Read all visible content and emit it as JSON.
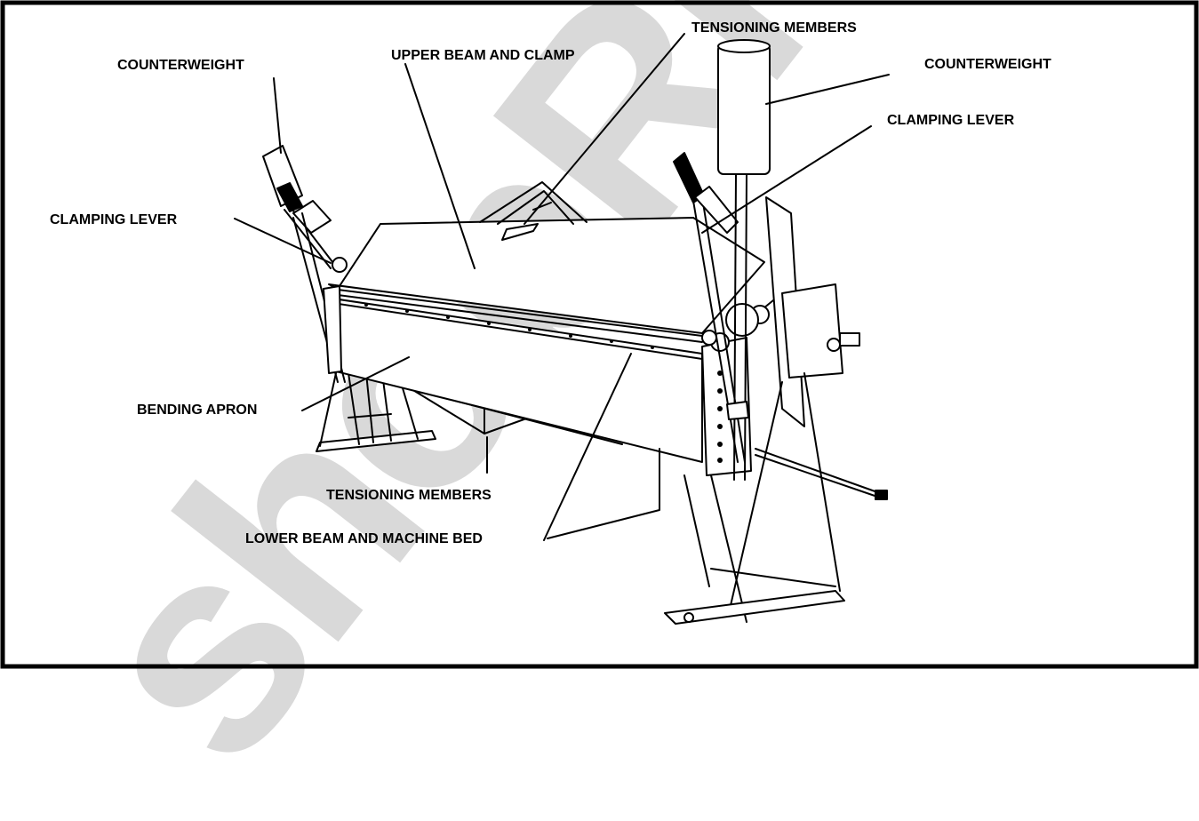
{
  "diagram": {
    "watermark": "shopRP",
    "labels": {
      "counterweight_left": "COUNTERWEIGHT",
      "upper_beam": "UPPER BEAM AND CLAMP",
      "tensioning_top": "TENSIONING MEMBERS",
      "counterweight_right": "COUNTERWEIGHT",
      "clamping_lever_right": "CLAMPING LEVER",
      "clamping_lever_left": "CLAMPING LEVER",
      "bending_apron": "BENDING APRON",
      "tensioning_bottom": "TENSIONING MEMBERS",
      "lower_beam": "LOWER BEAM AND MACHINE BED"
    }
  }
}
